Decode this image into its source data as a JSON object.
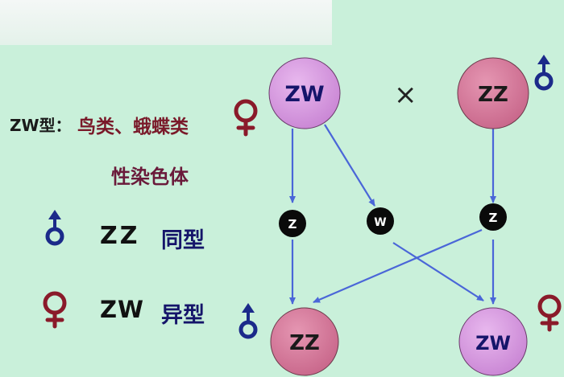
{
  "left_panel": {
    "type_label": "ZW型：",
    "animals": "鸟类、蛾蝶类",
    "chromosome": "性染色体",
    "male_genotype": "ZZ",
    "male_desc": "同型",
    "female_genotype": "ZW",
    "female_desc": "异型"
  },
  "symbols": {
    "male": "male-symbol",
    "female": "female-symbol"
  },
  "diagram": {
    "cross_sign": "×",
    "parents": {
      "female": "ZW",
      "male": "ZZ"
    },
    "gametes": [
      "Z",
      "W",
      "Z"
    ],
    "offspring": {
      "male": "ZZ",
      "female": "ZW"
    }
  },
  "colors": {
    "background": "#c9f0da",
    "female_circle": "#d99be0",
    "male_circle": "#d87a9a",
    "arrow": "#4a66d8",
    "gamete": "#0a0a0a",
    "male_symbol": "#1b2a8a",
    "female_symbol": "#8a1a2a"
  }
}
